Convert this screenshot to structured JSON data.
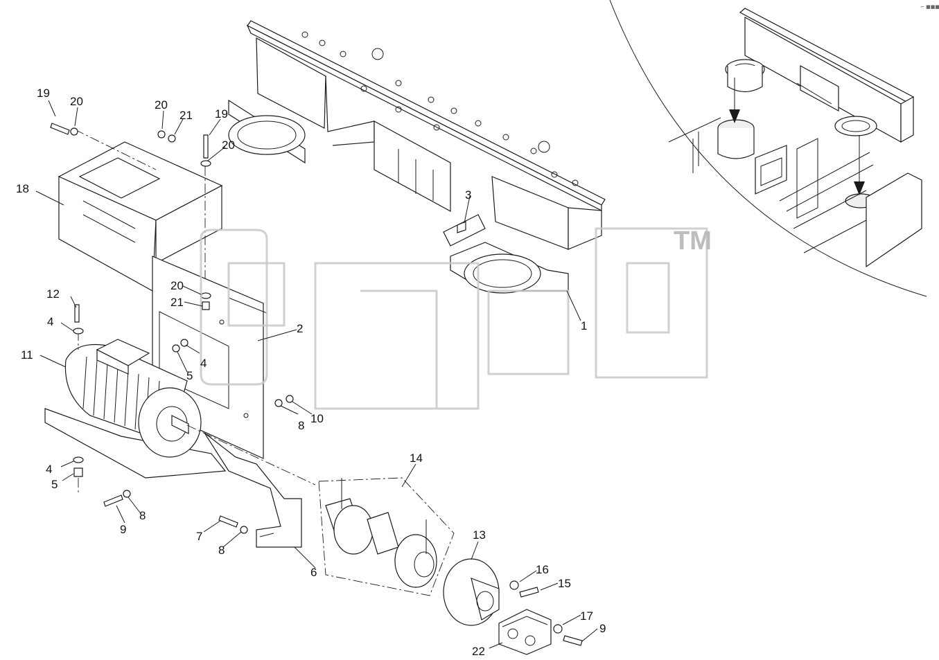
{
  "diagram": {
    "corner_mark": "⌐ ■■■",
    "trademark": "TM",
    "callouts": [
      {
        "id": "c1",
        "text": "1"
      },
      {
        "id": "c2",
        "text": "2"
      },
      {
        "id": "c3",
        "text": "3"
      },
      {
        "id": "c4a",
        "text": "4"
      },
      {
        "id": "c4b",
        "text": "4"
      },
      {
        "id": "c4c",
        "text": "4"
      },
      {
        "id": "c5a",
        "text": "5"
      },
      {
        "id": "c5b",
        "text": "5"
      },
      {
        "id": "c6",
        "text": "6"
      },
      {
        "id": "c7",
        "text": "7"
      },
      {
        "id": "c8a",
        "text": "8"
      },
      {
        "id": "c8b",
        "text": "8"
      },
      {
        "id": "c8c",
        "text": "8"
      },
      {
        "id": "c9a",
        "text": "9"
      },
      {
        "id": "c9b",
        "text": "9"
      },
      {
        "id": "c10",
        "text": "10"
      },
      {
        "id": "c11",
        "text": "11"
      },
      {
        "id": "c12",
        "text": "12"
      },
      {
        "id": "c13",
        "text": "13"
      },
      {
        "id": "c14",
        "text": "14"
      },
      {
        "id": "c15",
        "text": "15"
      },
      {
        "id": "c16",
        "text": "16"
      },
      {
        "id": "c17",
        "text": "17"
      },
      {
        "id": "c18",
        "text": "18"
      },
      {
        "id": "c19a",
        "text": "19"
      },
      {
        "id": "c19b",
        "text": "19"
      },
      {
        "id": "c20a",
        "text": "20"
      },
      {
        "id": "c20b",
        "text": "20"
      },
      {
        "id": "c20c",
        "text": "20"
      },
      {
        "id": "c20d",
        "text": "20"
      },
      {
        "id": "c21a",
        "text": "21"
      },
      {
        "id": "c21b",
        "text": "21"
      },
      {
        "id": "c22",
        "text": "22"
      }
    ]
  }
}
